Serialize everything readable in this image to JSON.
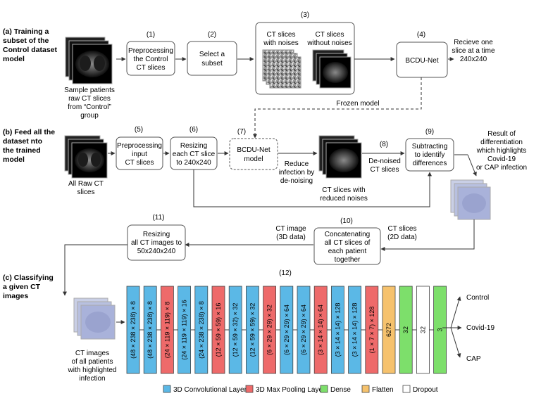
{
  "sections": {
    "a": [
      "(a) Training a",
      "subset of the",
      "Control dataset",
      "model"
    ],
    "b": [
      "(b) Feed all the",
      "dataset  nto",
      "the trained",
      "model"
    ],
    "c": [
      "(c) Classifying",
      "a given CT",
      "images"
    ]
  },
  "steps": {
    "s1": {
      "num": "(1)",
      "lines": [
        "Preprocessing",
        "the Control",
        "CT slices"
      ]
    },
    "s2": {
      "num": "(2)",
      "lines": [
        "Select a",
        "subset"
      ]
    },
    "s3": {
      "num": "(3)",
      "noisy": [
        "CT slices",
        "with noises"
      ],
      "clean": [
        "CT slices",
        "without noises"
      ]
    },
    "s4": {
      "num": "(4)",
      "lines": [
        "BCDU-Net"
      ]
    },
    "s5": {
      "num": "(5)",
      "lines": [
        "Preprocessing",
        "input",
        "CT slices"
      ]
    },
    "s6": {
      "num": "(6)",
      "lines": [
        "Resizing",
        "each CT slice",
        "to 240x240"
      ]
    },
    "s7": {
      "num": "(7)",
      "lines": [
        "BCDU-Net",
        "model"
      ]
    },
    "s8": {
      "num": "(8)",
      "lines": [
        "De-noised",
        "CT slices"
      ]
    },
    "s9": {
      "num": "(9)",
      "lines": [
        "Subtracting",
        "to identify",
        "differences"
      ]
    },
    "s10": {
      "num": "(10)",
      "lines": [
        "Concatenating",
        "all CT slices of",
        "each patient",
        "together"
      ]
    },
    "s11": {
      "num": "(11)",
      "lines": [
        "Resizing",
        "all CT images to",
        "50x240x240"
      ]
    },
    "s12": {
      "num": "(12)"
    }
  },
  "notes": {
    "sample_patients": [
      "Sample patients",
      "raw CT slices",
      "from “Control”",
      "group"
    ],
    "receive_slice": [
      "Recieve one",
      "slice at a time",
      "240x240"
    ],
    "frozen_model": "Frozen model",
    "all_raw": [
      "All Raw CT",
      "slices"
    ],
    "reduce_infection": [
      "Reduce",
      "infection by",
      "de-noising"
    ],
    "reduced_noises": [
      "CT slices with",
      "reduced noises"
    ],
    "result": [
      "Result of",
      "differentiation",
      "which highlights",
      "Covid-19",
      "or CAP infection"
    ],
    "ct_image_3d": [
      "CT image",
      "(3D data)"
    ],
    "ct_slices_2d": [
      "CT slices",
      "(2D data)"
    ],
    "ct_images_all": [
      "CT images",
      "of all patients",
      "with highlighted",
      "infection"
    ]
  },
  "layers": [
    {
      "label": "(48 × 238 × 238) × 8",
      "type": "conv"
    },
    {
      "label": "(48 × 238 × 238) × 8",
      "type": "conv"
    },
    {
      "label": "(24 × 119 × 119) × 8",
      "type": "pool"
    },
    {
      "label": "(24 × 119 × 119) × 16",
      "type": "conv"
    },
    {
      "label": "(24 × 238 × 238) × 8",
      "type": "conv"
    },
    {
      "label": "(12 × 59 × 59) × 16",
      "type": "pool"
    },
    {
      "label": "(12 × 59 × 32) × 32",
      "type": "conv"
    },
    {
      "label": "(12 × 59 × 59) × 32",
      "type": "conv"
    },
    {
      "label": "(6 × 29 × 29) × 32",
      "type": "pool"
    },
    {
      "label": "(6 × 29 × 29) × 64",
      "type": "conv"
    },
    {
      "label": "(6 × 29 × 29) × 64",
      "type": "conv"
    },
    {
      "label": "(3 × 14 × 14) × 64",
      "type": "pool"
    },
    {
      "label": "(3 × 14 × 14) × 128",
      "type": "conv"
    },
    {
      "label": "(3 × 14 × 14) × 128",
      "type": "conv"
    },
    {
      "label": "(1 × 7 × 7) × 128",
      "type": "pool"
    },
    {
      "label": "6272",
      "type": "flatten"
    },
    {
      "label": "32",
      "type": "dense"
    },
    {
      "label": "32",
      "type": "dropout"
    },
    {
      "label": "3",
      "type": "dense"
    }
  ],
  "outputs": [
    "Control",
    "Covid-19",
    "CAP"
  ],
  "legend": [
    {
      "label": "3D Convolutional Layer",
      "type": "conv"
    },
    {
      "label": "3D Max Pooling Layer",
      "type": "pool"
    },
    {
      "label": "Dense",
      "type": "dense"
    },
    {
      "label": "Flatten",
      "type": "flatten"
    },
    {
      "label": "Dropout",
      "type": "dropout"
    }
  ],
  "colors": {
    "conv": "#5bb8e6",
    "pool": "#ee6a6a",
    "dense": "#7ddf6b",
    "flatten": "#f6c26d",
    "dropout": "#ffffff",
    "line": "#333333"
  }
}
